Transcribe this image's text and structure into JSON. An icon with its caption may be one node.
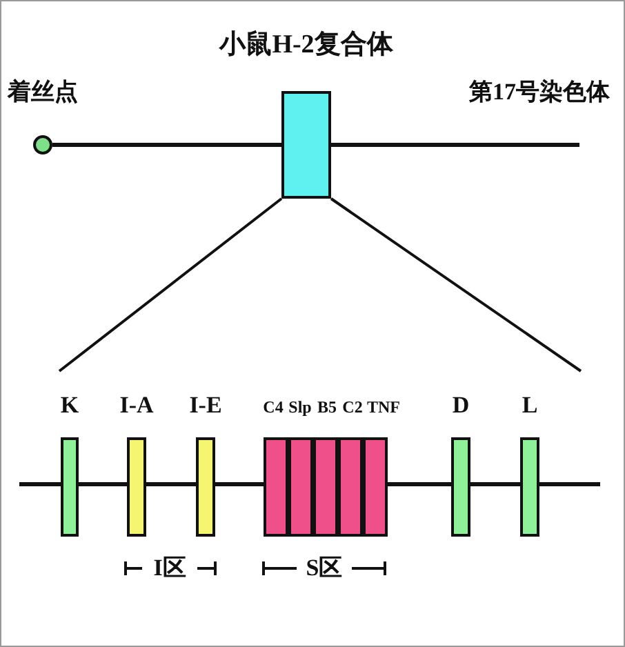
{
  "diagram": {
    "nodes": [
      {
        "text": [
          "着丝点"
        ]
      },
      {
        "text": [
          "小鼠H-2复合体"
        ]
      },
      {
        "text": [
          "K"
        ]
      },
      {
        "text": [
          "I-A"
        ]
      },
      {
        "text": [
          "I-E"
        ]
      },
      {
        "text": [
          "C4"
        ]
      },
      {
        "text": [
          "Slp"
        ]
      },
      {
        "text": [
          "B5"
        ]
      },
      {
        "text": [
          "C2"
        ]
      },
      {
        "text": [
          "TNF"
        ]
      },
      {
        "text": [
          "D"
        ]
      },
      {
        "text": [
          "L"
        ]
      }
    ],
    "edges": [
      {
        "from": 0,
        "to": 1,
        "arrow": "none"
      },
      {
        "from": 1,
        "to": null,
        "arrow": "none"
      }
    ],
    "labels": [
      "第17号染色体",
      "I区",
      "S区"
    ]
  }
}
